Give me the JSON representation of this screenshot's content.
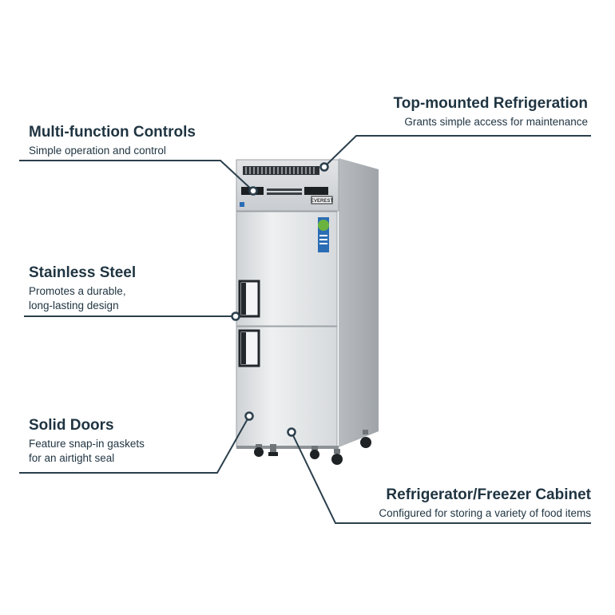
{
  "callouts": {
    "controls": {
      "title": "Multi-function Controls",
      "desc": "Simple operation and control"
    },
    "steel": {
      "title": "Stainless Steel",
      "desc_line1": "Promotes a durable,",
      "desc_line2": "long-lasting design"
    },
    "doors": {
      "title": "Solid Doors",
      "desc_line1": "Feature snap-in gaskets",
      "desc_line2": "for an airtight seal"
    },
    "top": {
      "title": "Top-mounted Refrigeration",
      "desc": "Grants simple access for maintenance"
    },
    "cabinet": {
      "title": "Refrigerator/Freezer Cabinet",
      "desc": "Configured for storing a variety of food items"
    }
  },
  "product": {
    "brand_logo": "EVEREST",
    "kind": "stainless-steel two-door refrigerator/freezer"
  },
  "colors": {
    "text": "#1f3441",
    "leader_line": "#2b3f4c",
    "steel_light": "#e4e6e8",
    "steel_dark": "#a9adb1",
    "badge_green": "#6bb33f",
    "badge_blue": "#2a6db5"
  },
  "icons": [
    "callout-dot-icon",
    "handle-icon",
    "caster-icon",
    "energy-badge-icon"
  ]
}
